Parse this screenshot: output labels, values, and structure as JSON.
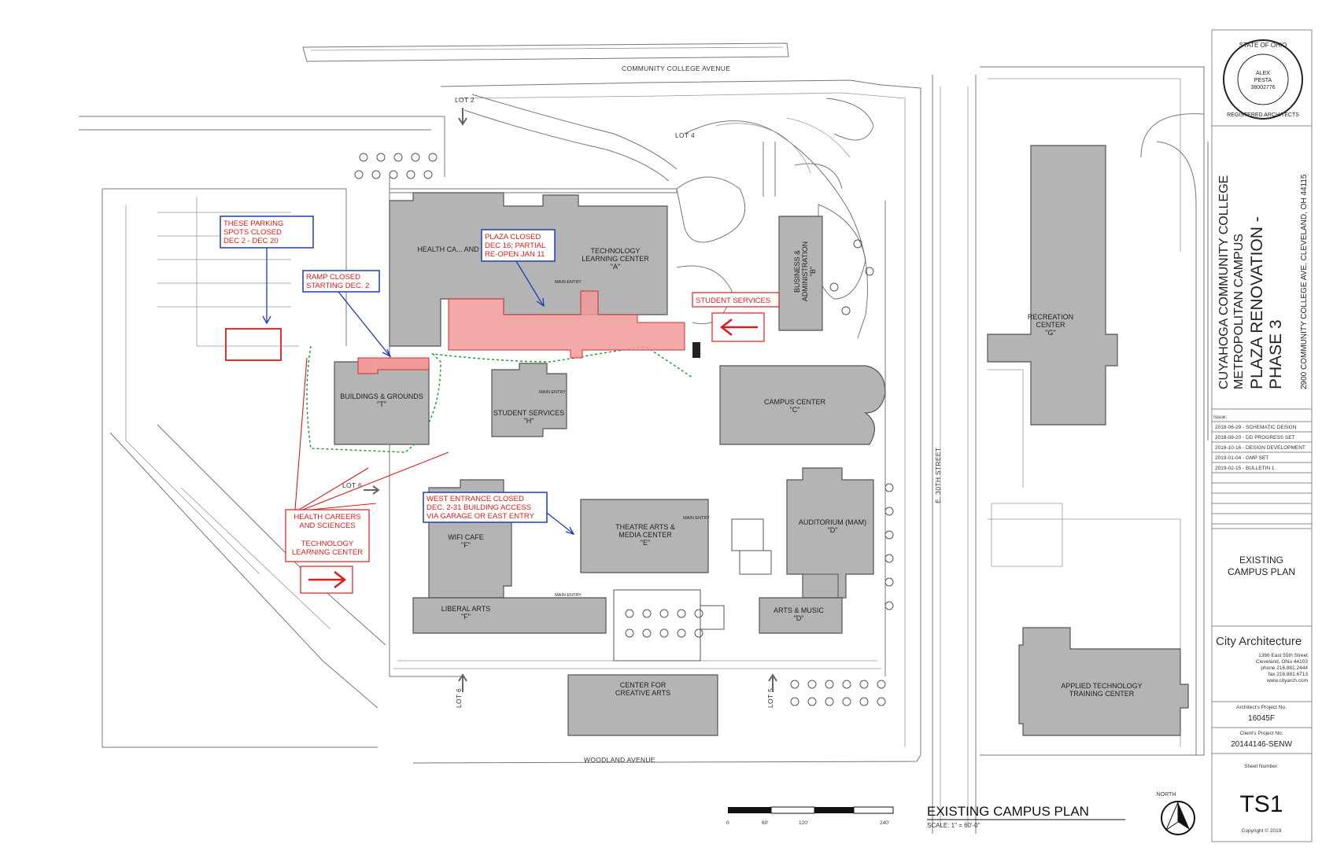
{
  "streets": {
    "top": "COMMUNITY COLLEGE AVENUE",
    "bottom": "WOODLAND AVENUE",
    "east": "E. 30TH STREET"
  },
  "lots": {
    "lot2": "LOT 2",
    "lot4": "LOT 4",
    "lot6_west": "LOT 6",
    "lot6_south": "LOT 6",
    "lot5": "LOT 5"
  },
  "buildings": {
    "health_careers": "HEALTH CA... AND SCIE...",
    "technology_center": [
      "TECHNOLOGY",
      "LEARNING CENTER",
      "\"A\""
    ],
    "business_admin": [
      "BUSINESS &",
      "ADMINISTRATION",
      "\"B\""
    ],
    "buildings_grounds": [
      "BUILDINGS & GROUNDS",
      "\"T\""
    ],
    "student_services": [
      "STUDENT SERVICES",
      "\"H\""
    ],
    "campus_center": [
      "CAMPUS CENTER",
      "\"C\""
    ],
    "recreation_center": [
      "RECREATION",
      "CENTER",
      "\"G\""
    ],
    "wifi_cafe": [
      "WIFI CAFE",
      "\"F\""
    ],
    "theatre_arts": [
      "THEATRE ARTS &",
      "MEDIA CENTER",
      "\"E\""
    ],
    "auditorium": [
      "AUDITORIUM (MAM)",
      "\"D\""
    ],
    "liberal_arts": [
      "LIBERAL ARTS",
      "\"F\""
    ],
    "arts_music": [
      "ARTS & MUSIC",
      "\"D\""
    ],
    "creative_arts": [
      "CENTER FOR",
      "CREATIVE ARTS"
    ],
    "applied_tech": [
      "APPLIED TECHNOLOGY",
      "TRAINING CENTER"
    ],
    "main_entry": "MAIN ENTRY"
  },
  "notes": {
    "parking": [
      "THESE PARKING",
      "SPOTS CLOSED",
      "DEC 2 - DEC 20"
    ],
    "ramp": [
      "RAMP CLOSED",
      "STARTING DEC. 2"
    ],
    "plaza": [
      "PLAZA CLOSED",
      "DEC 16; PARTIAL",
      "RE-OPEN JAN 11"
    ],
    "student_services": "STUDENT SERVICES",
    "west_entrance": [
      "WEST ENTRANCE CLOSED",
      "DEC. 2-31 BUILDING ACCESS",
      "VIA GARAGE OR EAST ENTRY"
    ],
    "health_careers": [
      "HEALTH CAREERS",
      "AND SCIENCES",
      "TECHNOLOGY",
      "LEARNING CENTER"
    ]
  },
  "title_block": {
    "seal": {
      "top": "STATE OF OHIO",
      "bottom": "REGISTERED ARCHITECTS",
      "name": [
        "ALEX",
        "PESTA",
        "38002776"
      ]
    },
    "project_lines": [
      "CUYAHOGA COMMUNITY COLLEGE",
      "METROPOLITAN CAMPUS",
      "PLAZA RENOVATION -",
      "PHASE 3",
      "2900 COMMUNITY COLLEGE AVE.    CLEVELAND, OH 44115"
    ],
    "issue_label": "Issue:",
    "issues": [
      "2018-06-29 - SCHEMATIC DESIGN",
      "2018-08-20 - DD PROGRESS SET",
      "2018-10-16 - DESIGN DEVELOPMENT",
      "2019-01-04 - GMP SET",
      "2019-02-15 - BULLETIN 1"
    ],
    "sheet_title": [
      "EXISTING",
      "CAMPUS PLAN"
    ],
    "firm": "City Architecture",
    "firm_address": [
      "1366 East 55th Street",
      "Cleveland, Ohio 44103",
      "phone 216.881.2444",
      "fax 216.881.6713",
      "www.cityarch.com"
    ],
    "architect_project_label": "Architect's Project No.",
    "architect_project": "16045F",
    "client_project_label": "Client's Project No.",
    "client_project": "20144146-SENW",
    "sheet_number_label": "Sheet Number:",
    "sheet_number": "TS1",
    "copyright": "Copyright © 2019"
  },
  "plan_title": "EXISTING CAMPUS PLAN",
  "scale_text": "SCALE: 1\" = 60'-0\"",
  "north_label": "NORTH",
  "scale_ticks": [
    "0",
    "60'",
    "120'",
    "240'"
  ],
  "colors": {
    "closure_fill": "#f29a9a",
    "note_red": "#e01a1a",
    "note_blue": "#1b3db8",
    "building_fill": "#b4b4b4",
    "path_green": "#1f9e2f"
  }
}
